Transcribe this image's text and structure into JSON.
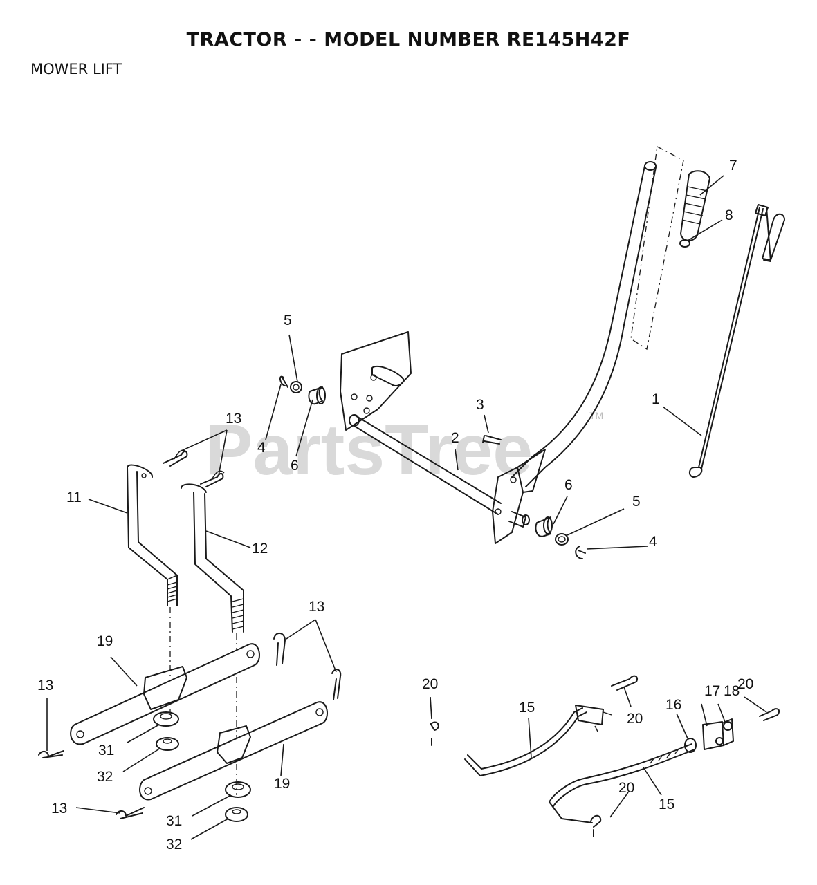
{
  "header": {
    "title": "TRACTOR - - MODEL NUMBER RE145H42F",
    "section": "MOWER LIFT"
  },
  "watermark": {
    "text": "PartsTree",
    "trademark": "TM"
  },
  "callouts": {
    "c1": "1",
    "c2": "2",
    "c3": "3",
    "c4a": "4",
    "c4b": "4",
    "c5a": "5",
    "c5b": "5",
    "c6a": "6",
    "c6b": "6",
    "c7": "7",
    "c8": "8",
    "c11": "11",
    "c12": "12",
    "c13a": "13",
    "c13b": "13",
    "c13c": "13",
    "c13d": "13",
    "c15a": "15",
    "c15b": "15",
    "c16": "16",
    "c17": "17",
    "c18": "18",
    "c19a": "19",
    "c19b": "19",
    "c20a": "20",
    "c20b": "20",
    "c20c": "20",
    "c20d": "20",
    "c31a": "31",
    "c31b": "31",
    "c32a": "32",
    "c32b": "32"
  }
}
